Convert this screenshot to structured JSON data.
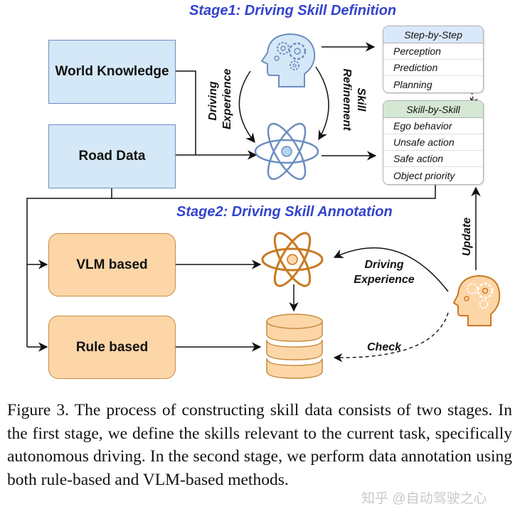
{
  "stage1": {
    "title": "Stage1: Driving Skill Definition",
    "inputs": [
      "World Knowledge",
      "Road Data"
    ],
    "loop_labels": {
      "left": [
        "Driving",
        "Experience"
      ],
      "right": [
        "Skill",
        "Refinement"
      ]
    },
    "step_by_step": {
      "header": "Step-by-Step",
      "items": [
        "Perception",
        "Prediction",
        "Planning"
      ]
    },
    "skill_by_skill": {
      "header": "Skill-by-Skill",
      "items": [
        "Ego behavior",
        "Unsafe action",
        "Safe action",
        "Object priority"
      ]
    },
    "icons": [
      "human-brain-gears-icon",
      "atom-model-icon"
    ]
  },
  "stage2": {
    "title": "Stage2: Driving Skill Annotation",
    "methods": [
      "VLM based",
      "Rule based"
    ],
    "labels": {
      "driving_experience": [
        "Driving",
        "Experience"
      ],
      "check": "Check",
      "update": "Update"
    },
    "icons": [
      "atom-model-icon",
      "database-icon",
      "human-brain-gears-icon"
    ]
  },
  "colors": {
    "stage_title": "#3344cc",
    "blue_fill": "#d5e8f7",
    "blue_stroke": "#6c8ebf",
    "orange_fill": "#fdd6a8",
    "orange_stroke": "#c88a3c",
    "green_header": "#d5e8d4",
    "blue_header": "#dae8fc"
  },
  "caption": "Figure 3.  The process of constructing skill data consists of two stages. In the first stage, we define the skills relevant to the current task, specifically autonomous driving.  In the second stage, we perform data annotation using both rule-based and VLM-based methods.",
  "watermark": "知乎 @自动驾驶之心"
}
